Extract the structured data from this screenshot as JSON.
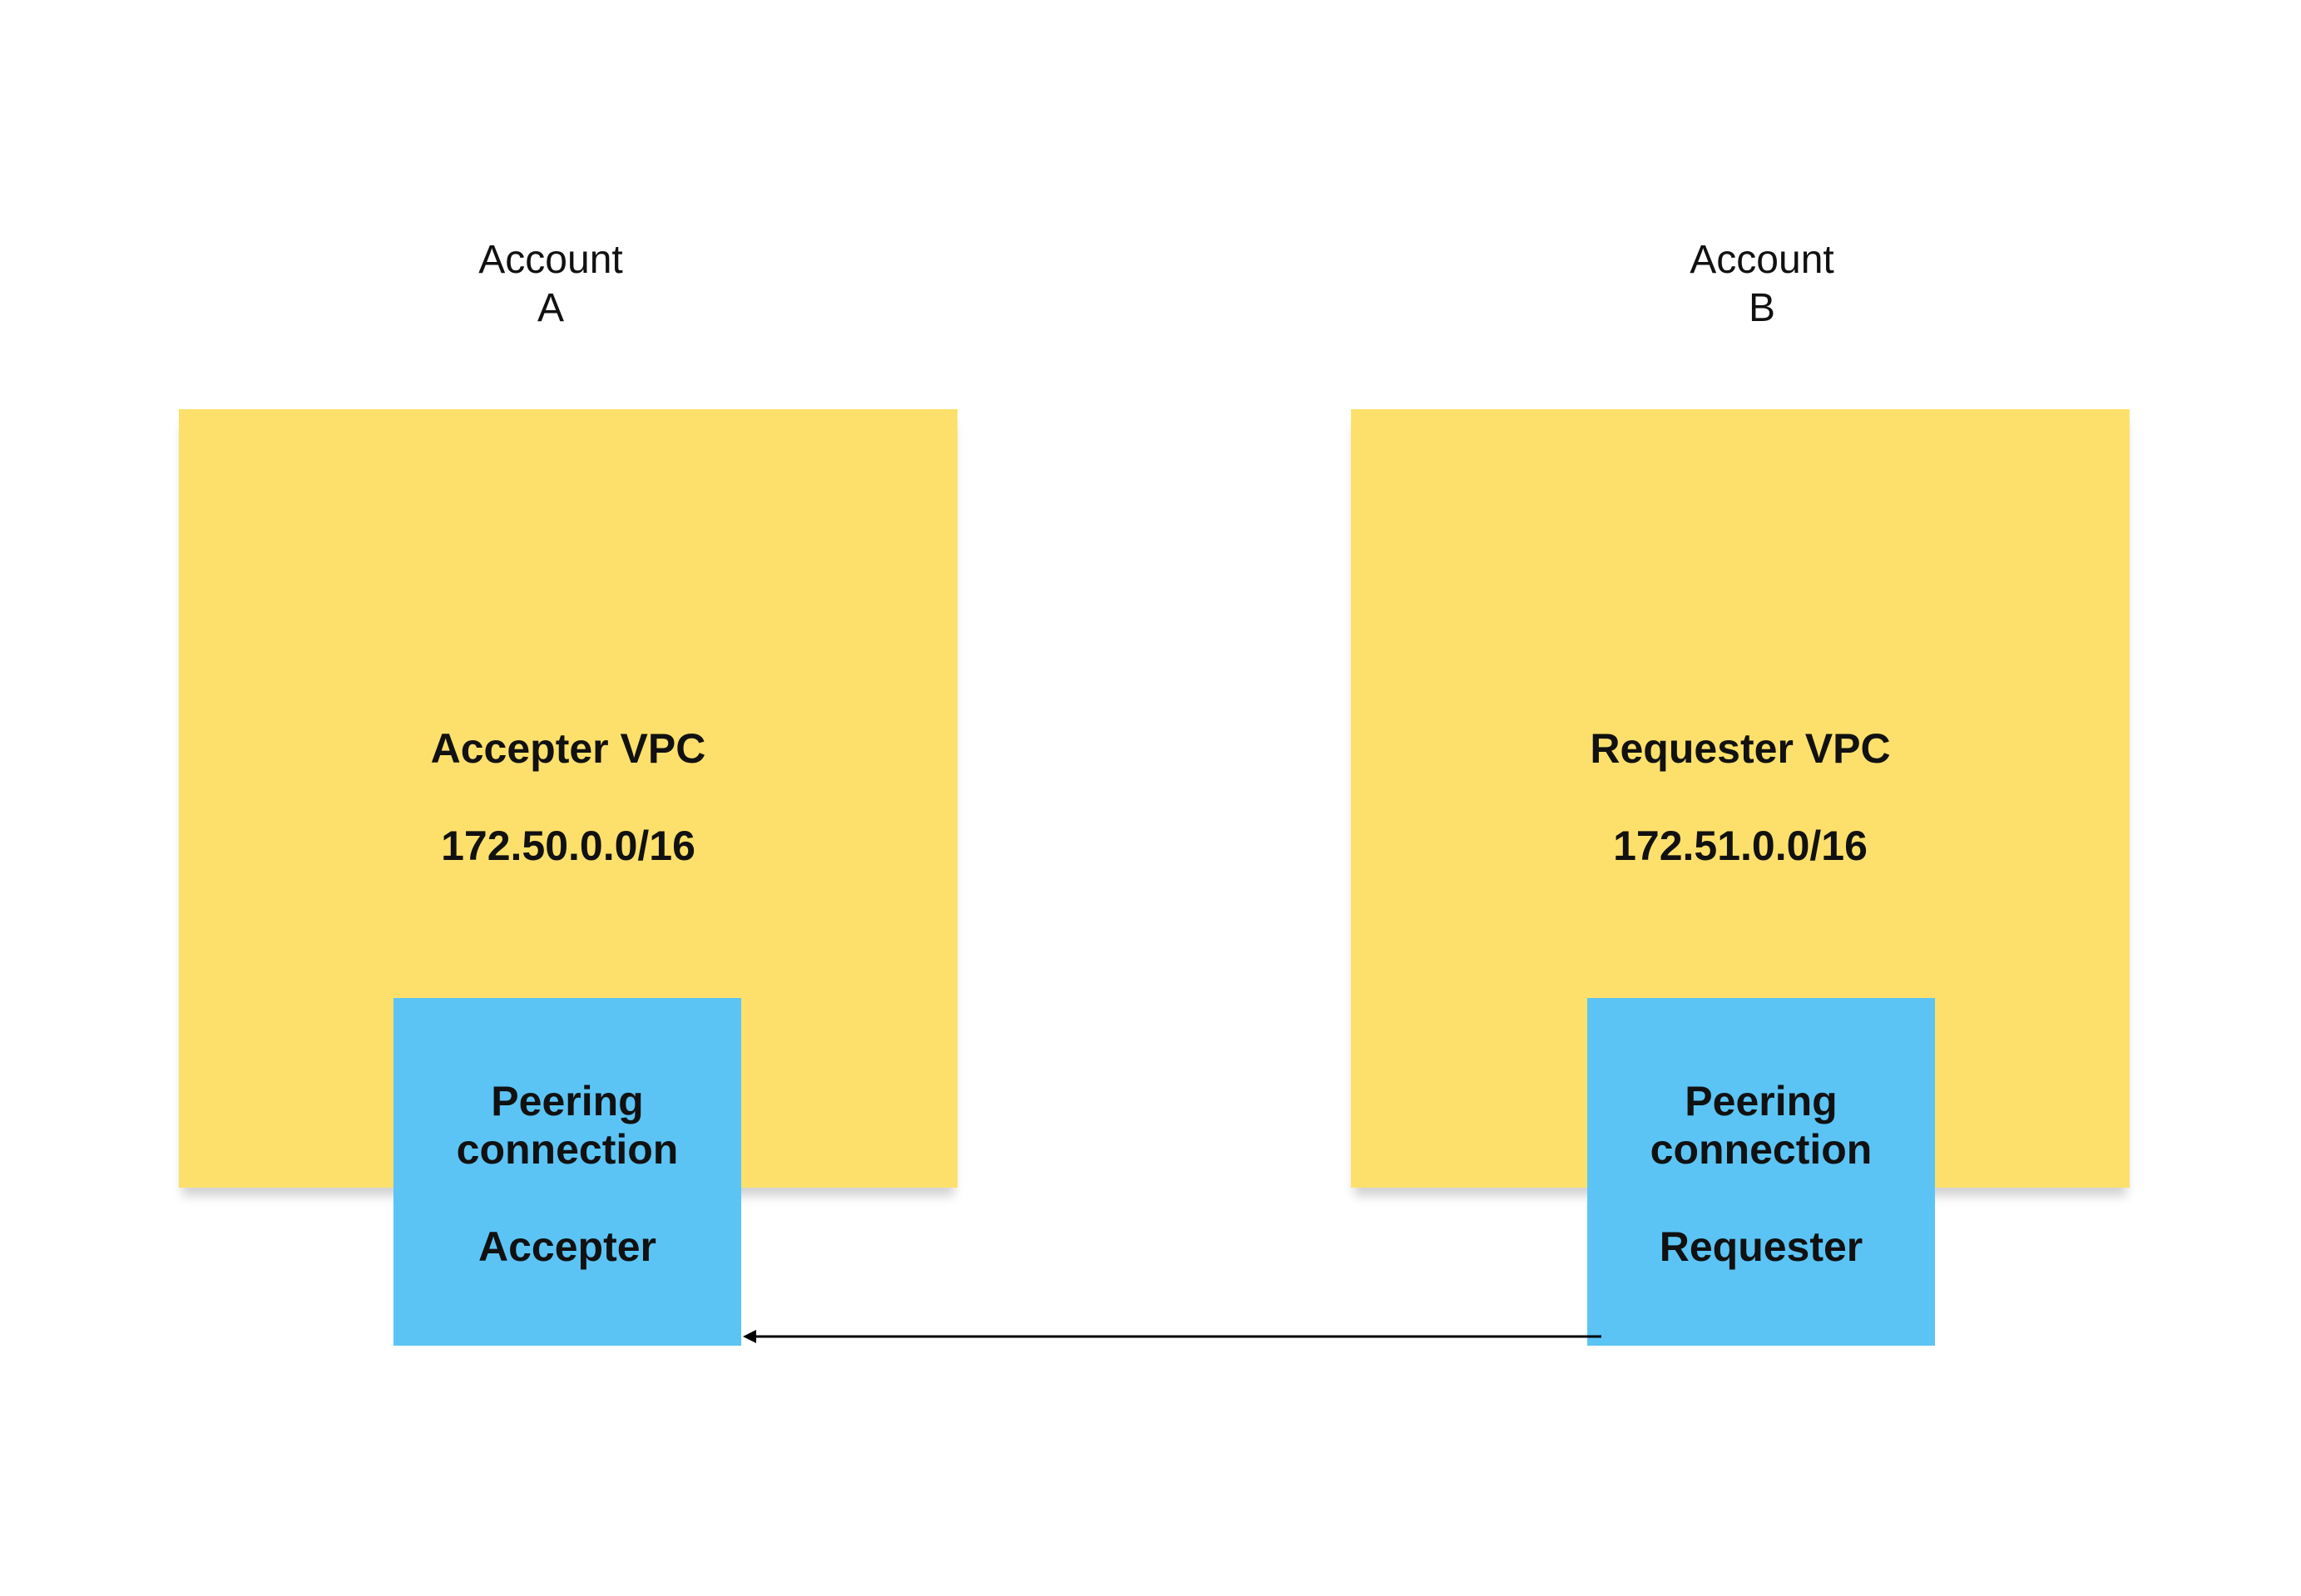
{
  "accounts": {
    "a": {
      "line1": "Account",
      "line2": "A"
    },
    "b": {
      "line1": "Account",
      "line2": "B"
    }
  },
  "vpcs": {
    "accepter": {
      "name": "Accepter VPC",
      "cidr": "172.50.0.0/16"
    },
    "requester": {
      "name": "Requester VPC",
      "cidr": "172.51.0.0/16"
    }
  },
  "peering": {
    "accepter": {
      "line1": "Peering",
      "line2": "connection",
      "role": "Accepter"
    },
    "requester": {
      "line1": "Peering",
      "line2": "connection",
      "role": "Requester"
    }
  },
  "colors": {
    "vpc_fill": "#fde06b",
    "peering_fill": "#5bc4f5",
    "arrow": "#000000"
  }
}
